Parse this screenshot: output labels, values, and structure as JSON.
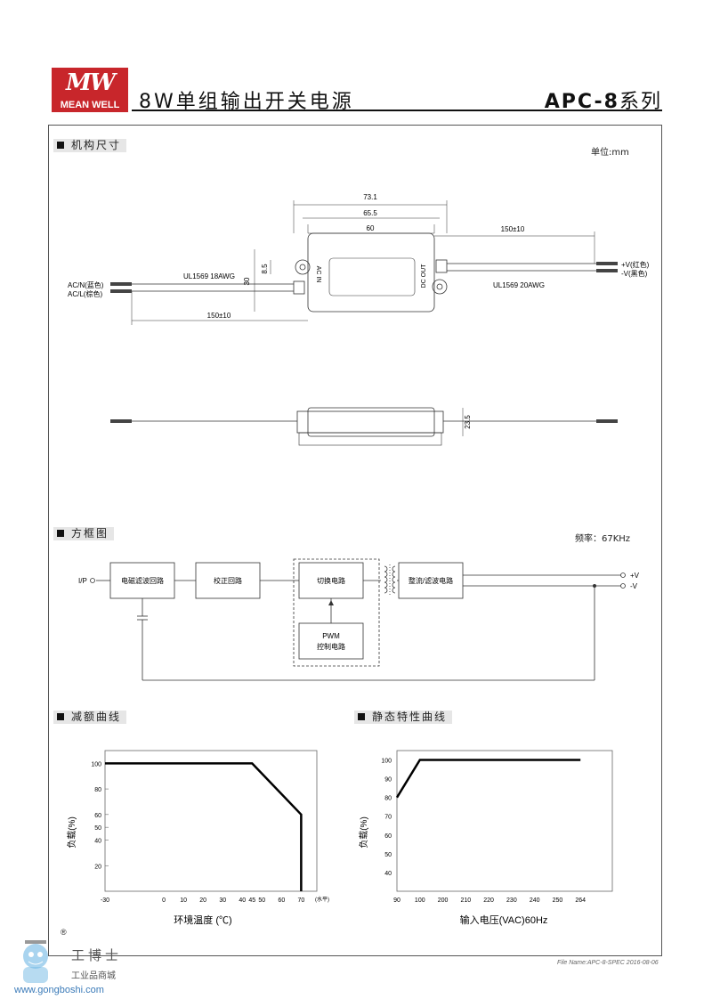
{
  "header": {
    "logo_mark": "MW",
    "logo_text": "MEAN WELL",
    "title": "8W单组输出开关电源",
    "series_model": "APC-8",
    "series_suffix": "系列"
  },
  "sections": {
    "mechanical": {
      "title": "机构尺寸",
      "unit": "单位:mm",
      "dims": {
        "d73": "73.1",
        "d65": "65.5",
        "d60": "60",
        "d150r": "150±10",
        "d150l": "150±10",
        "d30": "30",
        "d85": "8.5",
        "d235": "23.5"
      },
      "labels": {
        "ac_n": "AC/N(蓝色)",
        "ac_l": "AC/L(棕色)",
        "v_pos": "+V(红色)",
        "v_neg": "-V(黑色)",
        "cable_in": "UL1569  18AWG",
        "cable_out": "UL1569  20AWG",
        "ac_in": "AC IN",
        "dc_out": "DC OUT"
      }
    },
    "block": {
      "title": "方框图",
      "freq": "频率：67KHz",
      "ip": "I/P",
      "emi": "电磁滤波回路",
      "pfc": "校正回路",
      "switch": "切换电路",
      "rect": "整流/滤波电路",
      "pwm": "PWM",
      "pwm2": "控制电路",
      "vpos": "+V",
      "vneg": "-V"
    },
    "derating": {
      "title": "减额曲线",
      "ylabel": "负载(%)",
      "xlabel": "环境温度 (℃)",
      "xnote": "(水平)"
    },
    "static": {
      "title": "静态特性曲线",
      "ylabel": "负载(%)",
      "xlabel": "输入电压(VAC)60Hz"
    }
  },
  "chart_data": [
    {
      "type": "line",
      "title": "",
      "xlabel": "环境温度 (℃)",
      "ylabel": "负载(%)",
      "x_ticks": [
        "-30",
        "0",
        "10",
        "20",
        "30",
        "40",
        "45",
        "50",
        "60",
        "70"
      ],
      "y_ticks": [
        "20",
        "40",
        "50",
        "60",
        "80",
        "100"
      ],
      "xlim": [
        -30,
        78
      ],
      "ylim": [
        0,
        110
      ],
      "series": [
        {
          "x": [
            -30,
            45,
            70,
            70
          ],
          "y": [
            100,
            100,
            60,
            0
          ]
        }
      ]
    },
    {
      "type": "line",
      "title": "",
      "xlabel": "输入电压(VAC)60Hz",
      "ylabel": "负载(%)",
      "x_ticks": [
        "90",
        "100",
        "200",
        "210",
        "220",
        "230",
        "240",
        "250",
        "264"
      ],
      "y_ticks": [
        "40",
        "50",
        "60",
        "70",
        "80",
        "90",
        "100"
      ],
      "ylim": [
        30,
        105
      ],
      "series": [
        {
          "x": [
            "90",
            "100",
            "264"
          ],
          "y": [
            80,
            100,
            100
          ]
        }
      ]
    }
  ],
  "footer": {
    "file": "File Name:APC-8-SPEC   2016-08-06"
  },
  "watermark": {
    "site": "www.gongboshi.com",
    "cn": "工博士",
    "sub": "工业品商城",
    "reg": "®"
  }
}
